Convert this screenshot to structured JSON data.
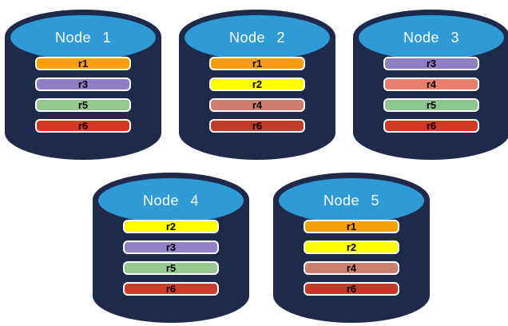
{
  "diagram": {
    "description": "Five database node cylinders holding replica partitions",
    "colors": {
      "cylinder_body": "#1F2A4B",
      "cylinder_top": "#2E9AD6",
      "bar_border": "#FFFFFF",
      "node_label_text": "#FFFFFF",
      "bar_label_text": "#000000",
      "background": "#FFFFFF"
    }
  },
  "layout": {
    "rows": [
      [
        0,
        1,
        2
      ],
      [
        3,
        4
      ]
    ]
  },
  "nodes": [
    {
      "label": "Node 1",
      "replicas": [
        {
          "id": "r1",
          "color": "#FFA000"
        },
        {
          "id": "r3",
          "color": "#8F7FC5"
        },
        {
          "id": "r5",
          "color": "#95C88E"
        },
        {
          "id": "r6",
          "color": "#D13A23"
        }
      ]
    },
    {
      "label": "Node 2",
      "replicas": [
        {
          "id": "r1",
          "color": "#F99D0C"
        },
        {
          "id": "r2",
          "color": "#FFFF00"
        },
        {
          "id": "r4",
          "color": "#CC7F70"
        },
        {
          "id": "r6",
          "color": "#C13D2B"
        }
      ]
    },
    {
      "label": "Node 3",
      "replicas": [
        {
          "id": "r3",
          "color": "#8E7EC4"
        },
        {
          "id": "r4",
          "color": "#E87E6C"
        },
        {
          "id": "r5",
          "color": "#8EC78D"
        },
        {
          "id": "r6",
          "color": "#CE3A26"
        }
      ]
    },
    {
      "label": "Node 4",
      "replicas": [
        {
          "id": "r2",
          "color": "#FFFF00"
        },
        {
          "id": "r3",
          "color": "#9183C6"
        },
        {
          "id": "r5",
          "color": "#97C88F"
        },
        {
          "id": "r6",
          "color": "#C8402C"
        }
      ]
    },
    {
      "label": "Node 5",
      "replicas": [
        {
          "id": "r1",
          "color": "#F89E0B"
        },
        {
          "id": "r2",
          "color": "#FFFF00"
        },
        {
          "id": "r4",
          "color": "#CE8070"
        },
        {
          "id": "r6",
          "color": "#C43A28"
        }
      ]
    }
  ]
}
